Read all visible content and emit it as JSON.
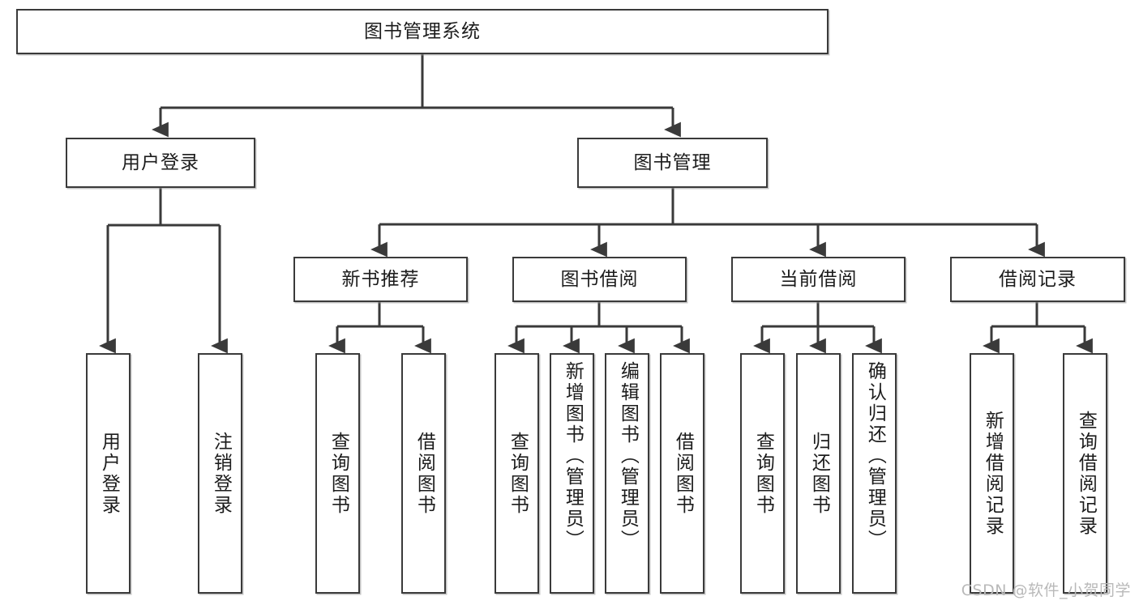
{
  "diagram": {
    "title": "图书管理系统",
    "root": {
      "label": "图书管理系统"
    },
    "level1": [
      {
        "label": "用户登录"
      },
      {
        "label": "图书管理"
      }
    ],
    "level2": [
      {
        "label": "新书推荐"
      },
      {
        "label": "图书借阅"
      },
      {
        "label": "当前借阅"
      },
      {
        "label": "借阅记录"
      }
    ],
    "leaves": [
      {
        "label": "用户登录"
      },
      {
        "label": "注销登录"
      },
      {
        "label": "查询图书"
      },
      {
        "label": "借阅图书"
      },
      {
        "label": "查询图书"
      },
      {
        "label": "新增图书（管理员）"
      },
      {
        "label": "编辑图书（管理员）"
      },
      {
        "label": "借阅图书"
      },
      {
        "label": "查询图书"
      },
      {
        "label": "归还图书"
      },
      {
        "label": "确认归还（管理员）"
      },
      {
        "label": "新增借阅记录"
      },
      {
        "label": "查询借阅记录"
      }
    ],
    "watermark": "CSDN @软件_小贺同学",
    "colors": {
      "background": "#ffffff",
      "stroke": "#3a3a3a",
      "text": "#1c1c1c",
      "watermark": "#b9b9b9"
    }
  }
}
